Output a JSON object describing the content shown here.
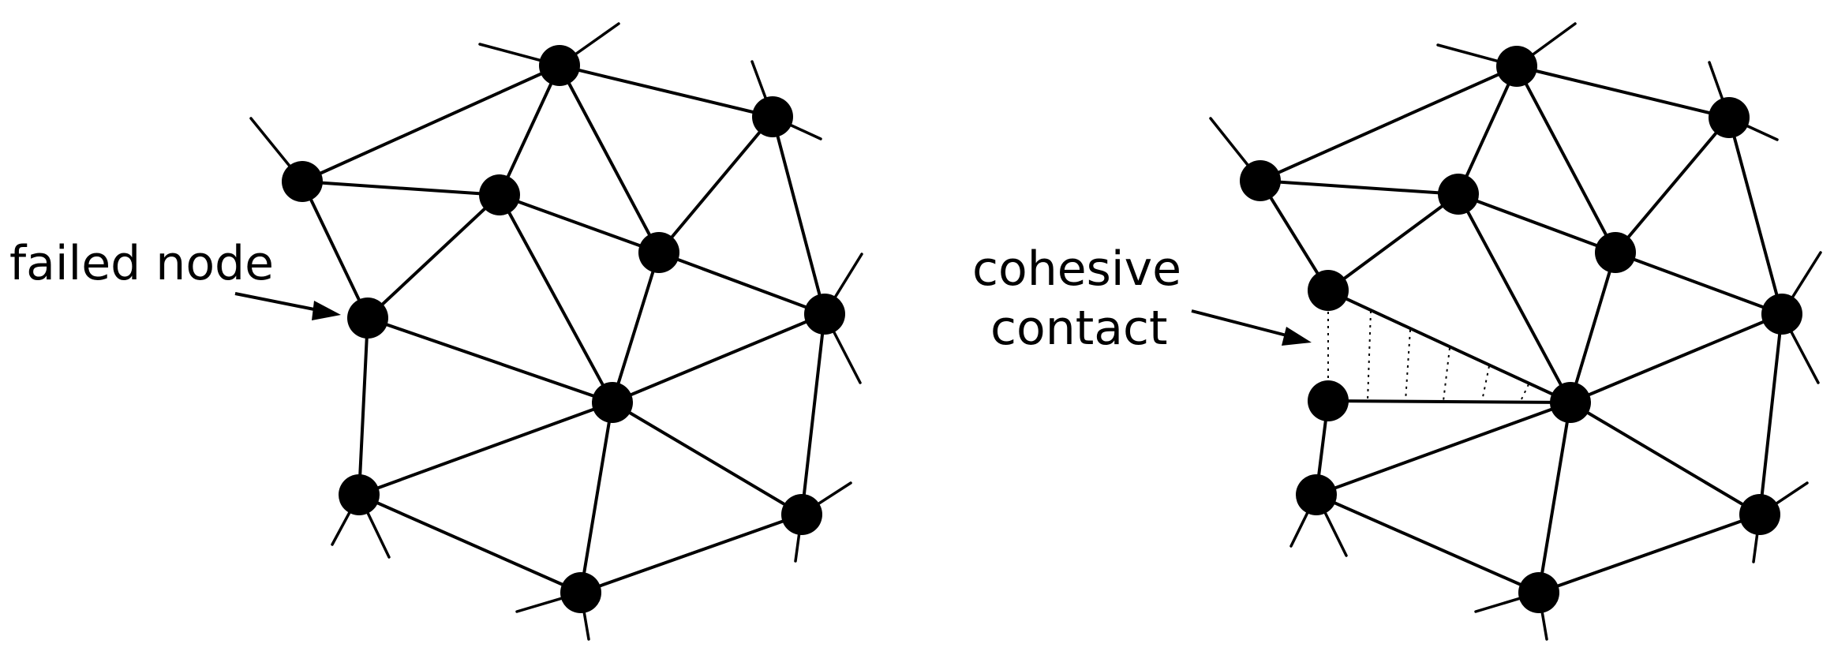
{
  "left_panel": {
    "annotation": "failed node"
  },
  "right_panel": {
    "annotation_line1": "cohesive",
    "annotation_line2": "contact"
  },
  "colors": {
    "ink": "#000000",
    "background": "#ffffff"
  }
}
